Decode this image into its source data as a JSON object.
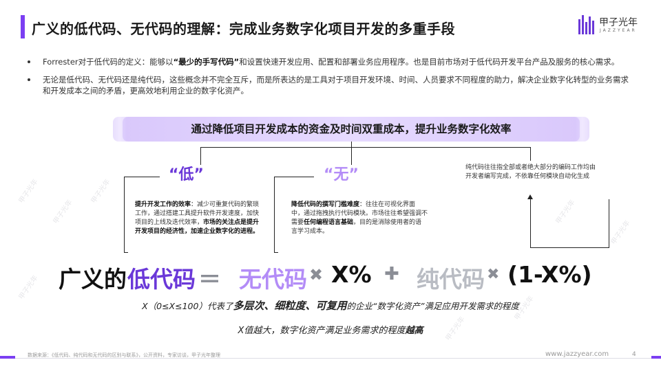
{
  "title": "广义的低代码、无代码的理解：完成业务数字化项目开发的多重手段",
  "logo": {
    "name": "甲子光年",
    "sub": "JAZZYEAR"
  },
  "bullets": [
    {
      "pre": "Forrester对于低代码的定义：能够以",
      "bold": "“最少的手写代码”",
      "post": "和设置快速开发应用、配置和部署业务应用程序。也是目前市场对于低代码开发平台产品及服务的核心需求。"
    },
    {
      "pre": "无论是低代码、无代码还是纯代码，这些概念并不完全互斥，而是所表达的是工具对于项目开发环境、时间、人员要求不同程度的助力，解决企业数字化转型的业务需求和开发成本之间的矛盾，更高效地利用企业的数字化资产。",
      "bold": "",
      "post": ""
    }
  ],
  "banner": "通过降低项目开发成本的资金及时间双重成本，提升业务数字化效率",
  "low": {
    "label": "“低”",
    "bold1": "提升开发工作的效率",
    "text1": "：减少可重复代码的繁琐工作，通过搭建工具提升软件开发速度，加快项目的上线及迭代效率，",
    "bold2": "市场的关注点是提升开发项目的经济性，加速企业数字化的进程。"
  },
  "none": {
    "label": "“无”",
    "bold1": "降低代码的撰写门槛难度",
    "text1": "：往往在可视化界面中，通过拖拽执行代码模块。市场往往希望强调不需要",
    "bold2": "任何编程语言基础",
    "text2": "，目的是消除使用者的语言学习成本。"
  },
  "pure": {
    "text": "纯代码往往指全部或者绝大部分的编码工作均由开发者编写完成，不依靠任何模块自动化生成"
  },
  "formula": {
    "part1": "广义的",
    "part2": "低代码",
    "eq": "＝",
    "part3": "无代码",
    "times1": "✖",
    "part4": "X%",
    "plus": "✚",
    "part5": "纯代码",
    "times2": "✖",
    "part6": "(1-X%)"
  },
  "note1": {
    "pre": "X（0≤X≤100）代表了",
    "bold": "多层次、细粒度、可复用",
    "post": "的企业“数字化资产”满足应用开发需求的程度"
  },
  "note2": {
    "pre": "X值越大，数字化资产满足业务需求的程度",
    "bold": "越高"
  },
  "footer": {
    "source": "数据来源：《低代码、纯代码和无代码的区别与联系》，公开资料，专家访谈，甲子光年整理",
    "website": "www.jazzyear.com",
    "page": "4"
  },
  "watermark": "甲子光年",
  "colors": {
    "accent": "#7b3ff2",
    "purple_dark": "#6a38d8",
    "purple_light": "#b38cf7",
    "grey": "#b9bcc3"
  }
}
